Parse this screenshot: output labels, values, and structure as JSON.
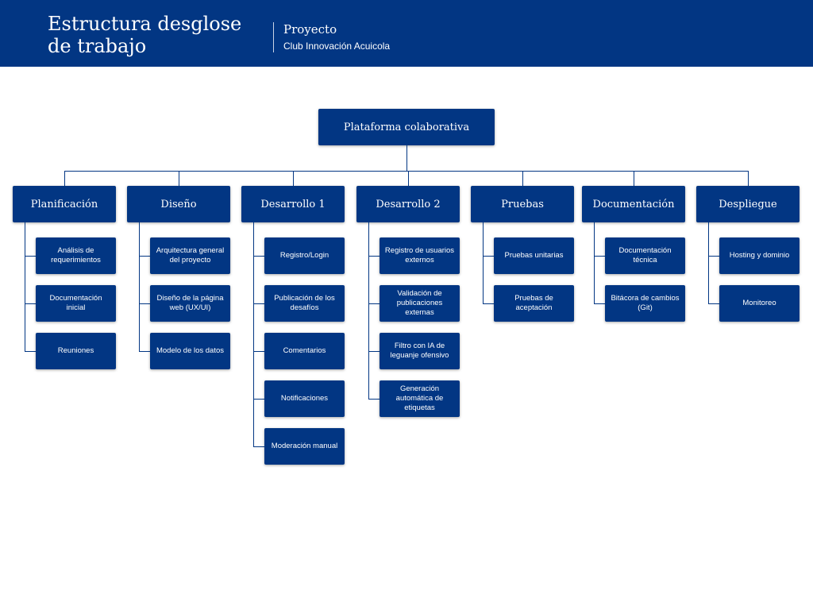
{
  "header": {
    "title": "Estructura desglose de trabajo",
    "project_label": "Proyecto",
    "project_name": "Club Innovación Acuicola"
  },
  "colors": {
    "primary": "#023683",
    "background": "#ffffff",
    "text_on_primary": "#ffffff"
  },
  "wbs": {
    "root": "Plataforma colaborativa",
    "branches": [
      {
        "label": "Planificación",
        "children": [
          "Análisis de requerimientos",
          "Documentación inicial",
          "Reuniones"
        ]
      },
      {
        "label": "Diseño",
        "children": [
          "Arquitectura general del proyecto",
          "Diseño de la página web (UX/UI)",
          "Modelo de los datos"
        ]
      },
      {
        "label": "Desarrollo 1",
        "children": [
          "Registro/Login",
          "Publicación de los desafíos",
          "Comentarios",
          "Notificaciones",
          "Moderación manual"
        ]
      },
      {
        "label": "Desarrollo 2",
        "children": [
          "Registro de usuarios externos",
          "Validación de publicaciones externas",
          "Filtro con IA de leguanje ofensivo",
          "Generación automática de etiquetas"
        ]
      },
      {
        "label": "Pruebas",
        "children": [
          "Pruebas unitarias",
          "Pruebas de aceptación"
        ]
      },
      {
        "label": "Documentación",
        "children": [
          "Documentación técnica",
          "Bitácora de cambios (Git)"
        ]
      },
      {
        "label": "Despliegue",
        "children": [
          "Hosting y dominio",
          "Monitoreo"
        ]
      }
    ]
  }
}
